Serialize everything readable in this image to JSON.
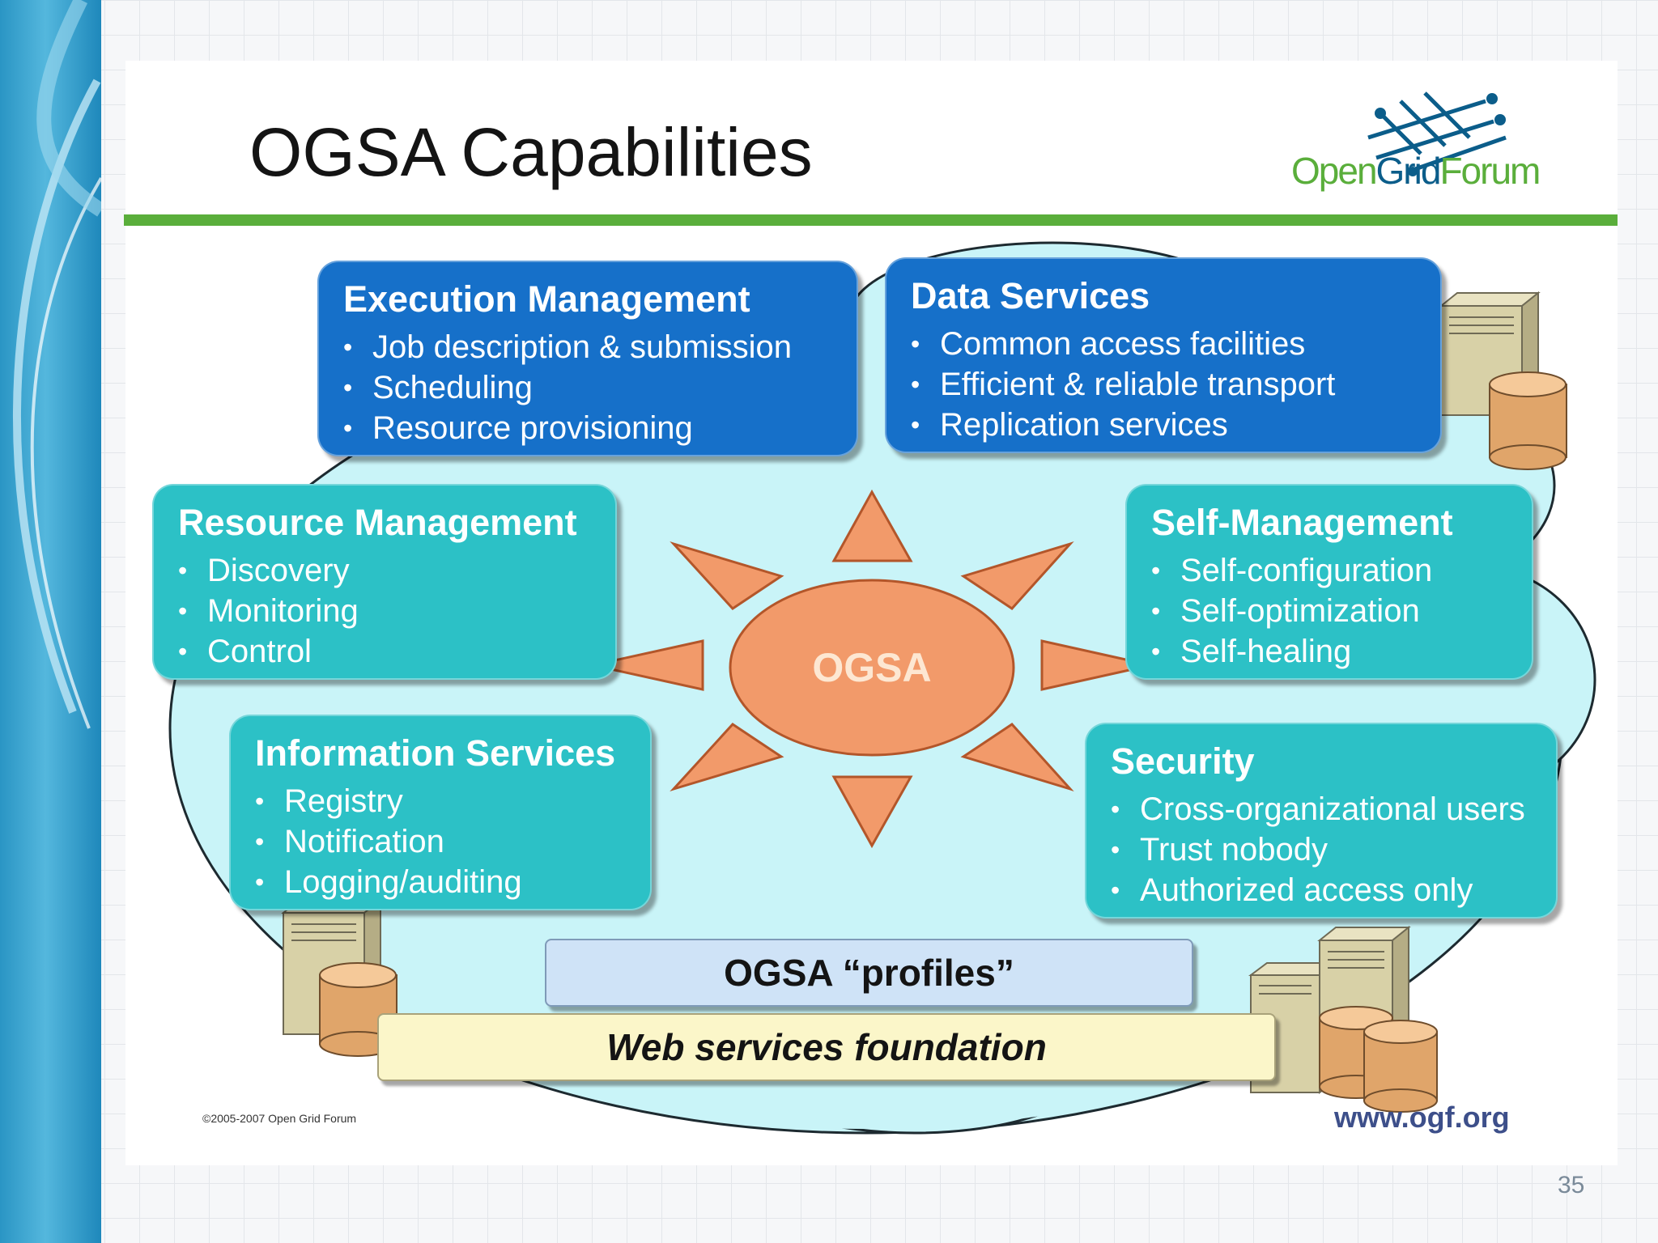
{
  "slide": {
    "title": "OGSA Capabilities",
    "logo_text_open": "Open",
    "logo_text_grid": "Grid",
    "logo_text_forum": "Forum",
    "copyright": "©2005-2007 Open Grid Forum",
    "url": "www.ogf.org",
    "page_number": "35"
  },
  "center": {
    "label": "OGSA"
  },
  "boxes": {
    "execution": {
      "title": "Execution Management",
      "items": [
        "Job description & submission",
        "Scheduling",
        "Resource provisioning"
      ]
    },
    "data": {
      "title": "Data Services",
      "items": [
        "Common access facilities",
        "Efficient & reliable transport",
        "Replication services"
      ]
    },
    "resource": {
      "title": "Resource Management",
      "items": [
        "Discovery",
        "Monitoring",
        "Control"
      ]
    },
    "self": {
      "title": "Self-Management",
      "items": [
        "Self-configuration",
        "Self-optimization",
        "Self-healing"
      ]
    },
    "information": {
      "title": "Information Services",
      "items": [
        "Registry",
        "Notification",
        "Logging/auditing"
      ]
    },
    "security": {
      "title": "Security",
      "items": [
        "Cross-organizational users",
        "Trust nobody",
        "Authorized access only"
      ]
    }
  },
  "layers": {
    "profiles": "OGSA “profiles”",
    "foundation": "Web services foundation"
  },
  "colors": {
    "accent_green": "#5aae3b",
    "box_blue": "#1670c9",
    "box_teal": "#2cc1c6",
    "center_orange": "#f29a6a",
    "cloud": "#c9f4f8"
  }
}
